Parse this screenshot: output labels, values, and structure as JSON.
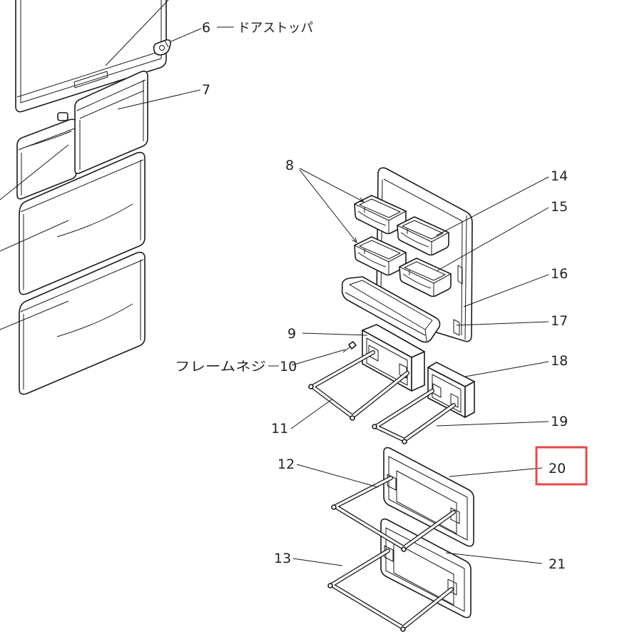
{
  "callouts": [
    {
      "num": "6",
      "name": "ドアストッパ"
    },
    {
      "num": "7"
    },
    {
      "num": "8"
    },
    {
      "num": "9"
    },
    {
      "num": "10",
      "name": "フレームネジ"
    },
    {
      "num": "11"
    },
    {
      "num": "12"
    },
    {
      "num": "13"
    },
    {
      "num": "14"
    },
    {
      "num": "15"
    },
    {
      "num": "16"
    },
    {
      "num": "17"
    },
    {
      "num": "18"
    },
    {
      "num": "19"
    },
    {
      "num": "20",
      "highlighted": true
    },
    {
      "num": "21"
    }
  ],
  "colors": {
    "ink": "#1a1a1a",
    "highlight": "#e8474c"
  }
}
